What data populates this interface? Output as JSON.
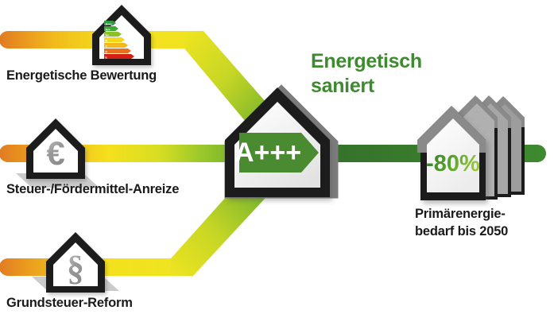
{
  "diagram": {
    "title_text": "Energetisch saniert",
    "headline_lines": [
      "Energetisch",
      "saniert"
    ],
    "headline_color": "#3d8b2e",
    "center_badge_label": "A+++",
    "center_badge_color": "#4a8a30",
    "result_badge_label": "-80%",
    "result_caption_lines": [
      "Primärenergie-",
      "bedarf bis 2050"
    ],
    "inputs": [
      {
        "id": "energetische-bewertung",
        "label": "Energetische Bewertung",
        "icon": "energy-label-icon",
        "icon_description": "energy efficiency label with seven coloured arrow bars",
        "connector_colors": [
          "#e07b23",
          "#f2b01e",
          "#f4e01d",
          "#a8cf2a",
          "#3d8b2e"
        ]
      },
      {
        "id": "steuer-foerdermittel-anreize",
        "label": "Steuer-/Fördermittel-Anreize",
        "icon": "euro-icon",
        "icon_glyph": "€",
        "connector_colors": [
          "#e07b23",
          "#f2b01e",
          "#f4e01d",
          "#a8cf2a",
          "#3d8b2e"
        ]
      },
      {
        "id": "grundsteuer-reform",
        "label": "Grundsteuer-Reform",
        "icon": "paragraph-icon",
        "icon_glyph": "§",
        "connector_colors": [
          "#e07b23",
          "#f2b01e",
          "#f4e01d",
          "#a8cf2a",
          "#3d8b2e"
        ]
      }
    ],
    "energy_label_bars": [
      {
        "grade": "A+++",
        "color": "#2e9b3f",
        "width": 14
      },
      {
        "grade": "A++",
        "color": "#3faa33",
        "width": 18
      },
      {
        "grade": "A+",
        "color": "#8cc127",
        "width": 22
      },
      {
        "grade": "B",
        "color": "#f3d71b",
        "width": 26
      },
      {
        "grade": "C",
        "color": "#f4b81c",
        "width": 30
      },
      {
        "grade": "D",
        "color": "#e8711f",
        "width": 34
      },
      {
        "grade": "E",
        "color": "#d32017",
        "width": 38
      }
    ],
    "output_stack_count": 4,
    "colors": {
      "orange": "#e07b23",
      "yellow": "#f4e01d",
      "light_green": "#a8cf2a",
      "green": "#3d8b2e",
      "dark_green": "#34702a",
      "house_outline": "#1c1c1c",
      "house_fill": "#f4f4f4",
      "grey_roof": "#7d7d7d",
      "shadow_grey": "#b8b8b8",
      "glyph_grey": "#9a9a9a",
      "text": "#1a1a1a"
    }
  }
}
